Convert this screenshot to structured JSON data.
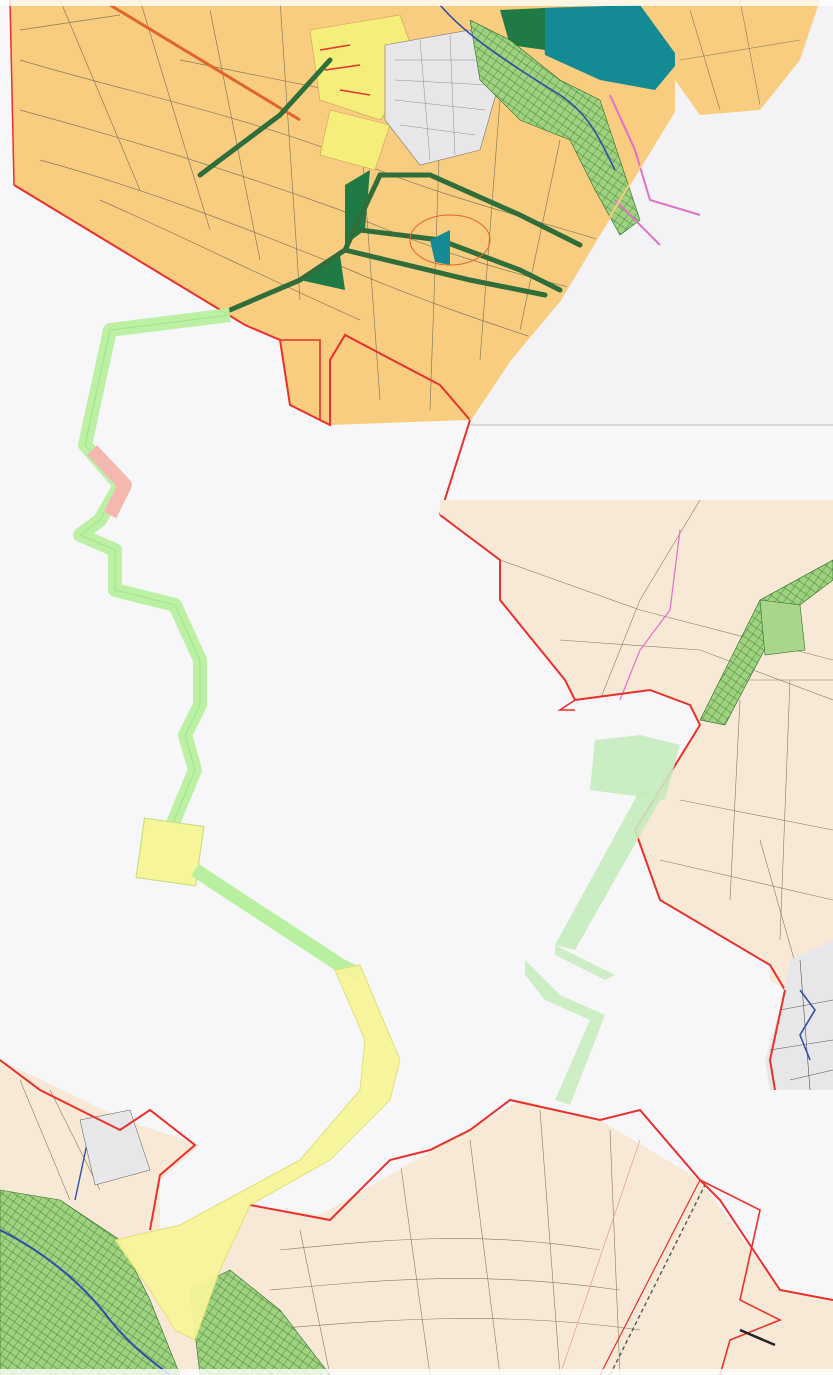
{
  "map": {
    "kind": "land-use zoning plan (composite of map sheets)",
    "colors": {
      "agricultural": "#f9cd7f",
      "agricultural_light": "#f8e9d6",
      "grid_lines": "#8a7a60",
      "forest_green": "#1f7a45",
      "greenery_hatched": "#a9d68a",
      "water": "#138a94",
      "residential_yellow": "#f6ee7a",
      "settlement_gray": "#e7e7ea",
      "boundary_red": "#e8302c",
      "corridor_green": "#b8f0a0",
      "corridor_yellow": "#f7f59a",
      "road_pink": "#e070c8",
      "canvas": "#f7f7f9"
    },
    "regions": [
      {
        "name": "north-zoning-sheet"
      },
      {
        "name": "east-zoning-sheet"
      },
      {
        "name": "south-zoning-sheet"
      },
      {
        "name": "green-corridor"
      }
    ]
  }
}
